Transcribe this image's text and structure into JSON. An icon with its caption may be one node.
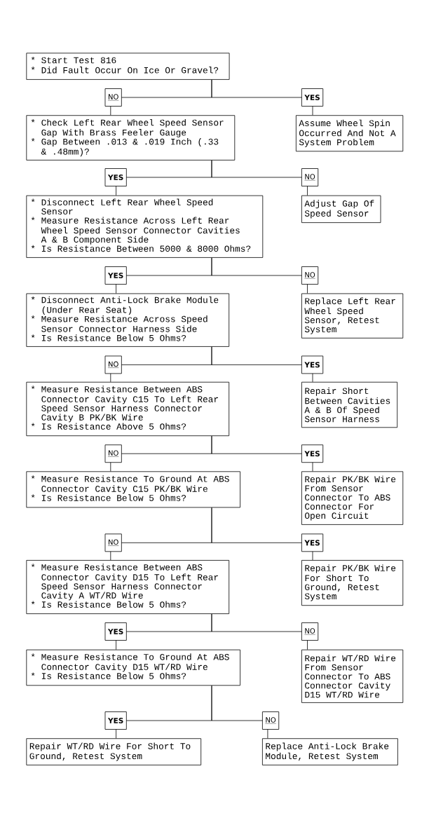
{
  "diagram": {
    "nodes": [
      {
        "text": [
          "* Start Test 816",
          "* Did Fault Occur On Ice Or Gravel?"
        ]
      },
      {
        "text": [
          "* Check Left Rear Wheel Speed Sensor Gap With Brass Feeler Gauge",
          "* Gap Between .013 & .019 Inch (.33 & .48mm)?"
        ]
      },
      {
        "text": [
          "Assume Wheel Spin Occurred And Not A System Problem"
        ]
      },
      {
        "text": [
          "* Disconnect Left Rear Wheel Speed Sensor",
          "* Measure Resistance Across Left Rear Wheel Speed Sensor Connector Cavities A & B Component Side",
          "* Is Resistance Between 5000 & 8000 Ohms?"
        ]
      },
      {
        "text": [
          "Adjust Gap Of Speed Sensor"
        ]
      },
      {
        "text": [
          "* Disconnect Anti-Lock Brake Module (Under Rear Seat)",
          "* Measure Resistance Across Speed Sensor Connector Harness Side",
          "* Is Resistance Below 5 Ohms?"
        ]
      },
      {
        "text": [
          "Replace Left Rear Wheel Speed Sensor, Retest System"
        ]
      },
      {
        "text": [
          "* Measure Resistance Between ABS Connector Cavity C15 To Left Rear Speed Sensor Harness Connector Cavity B PK/BK Wire",
          "* Is Resistance Above 5 Ohms?"
        ]
      },
      {
        "text": [
          "Repair Short Between Cavities A & B Of Speed Sensor Harness"
        ]
      },
      {
        "text": [
          "* Measure Resistance To Ground At ABS Connector Cavity C15 PK/BK Wire",
          "* Is Resistance Below 5 Ohms?"
        ]
      },
      {
        "text": [
          "Repair PK/BK Wire From Sensor Connector To ABS Connector For Open Circuit"
        ]
      },
      {
        "text": [
          "* Measure Resistance Between ABS Connector Cavity D15 To Left Rear Speed Sensor Harness Connector Cavity A WT/RD Wire",
          "* Is Resistance Below 5 Ohms?"
        ]
      },
      {
        "text": [
          "Repair PK/BK Wire For Short To Ground, Retest System"
        ]
      },
      {
        "text": [
          "* Measure Resistance To Ground At ABS Connector Cavity D15 WT/RD Wire",
          "* Is Resistance Below 5 Ohms?"
        ]
      },
      {
        "text": [
          "Repair WT/RD Wire From Sensor Connector To ABS Connector Cavity D15 WT/RD Wire"
        ]
      },
      {
        "text": [
          "Repair WT/RD Wire For Short To Ground, Retest System"
        ]
      },
      {
        "text": [
          "Replace Anti-Lock Brake Module, Retest System"
        ]
      }
    ],
    "edges": [
      {
        "from": 0,
        "to": 1,
        "arrow": "none",
        "label": "NO"
      },
      {
        "from": 0,
        "to": 2,
        "arrow": "none",
        "label": "YES"
      },
      {
        "from": 1,
        "to": 3,
        "arrow": "none",
        "label": "YES"
      },
      {
        "from": 1,
        "to": 4,
        "arrow": "none",
        "label": "NO"
      },
      {
        "from": 3,
        "to": 5,
        "arrow": "none",
        "label": "YES"
      },
      {
        "from": 3,
        "to": 6,
        "arrow": "none",
        "label": "NO"
      },
      {
        "from": 5,
        "to": 7,
        "arrow": "none",
        "label": "NO"
      },
      {
        "from": 5,
        "to": 8,
        "arrow": "none",
        "label": "YES"
      },
      {
        "from": 7,
        "to": 9,
        "arrow": "none",
        "label": "NO"
      },
      {
        "from": 7,
        "to": 10,
        "arrow": "none",
        "label": "YES"
      },
      {
        "from": 9,
        "to": 11,
        "arrow": "none",
        "label": "NO"
      },
      {
        "from": 9,
        "to": 12,
        "arrow": "none",
        "label": "YES"
      },
      {
        "from": 11,
        "to": 13,
        "arrow": "none",
        "label": "YES"
      },
      {
        "from": 11,
        "to": 14,
        "arrow": "none",
        "label": "NO"
      },
      {
        "from": 13,
        "to": 15,
        "arrow": "none",
        "label": "YES"
      },
      {
        "from": 13,
        "to": 16,
        "arrow": "none",
        "label": "NO"
      }
    ]
  }
}
